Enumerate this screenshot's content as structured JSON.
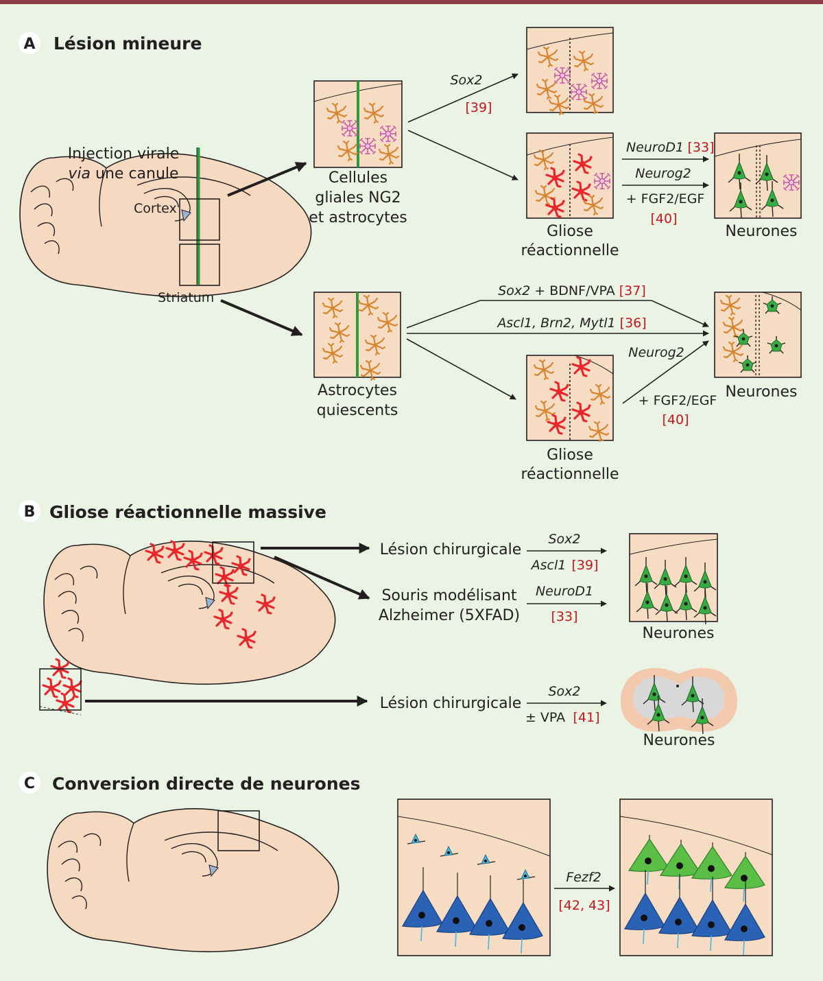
{
  "colors": {
    "background": "#eaf3e4",
    "tissue": "#f7dcc4",
    "brain": "#f5d9c0",
    "topbar": "#8d3b47",
    "astrocyte": "#d7852f",
    "ng2": "#c955a8",
    "reactive": "#e8262b",
    "neuron_green": "#3aaa45",
    "neuron_blue": "#2a63b6",
    "progenitor": "#4cb4d8",
    "reference": "#c4161c",
    "needle": "#2f9a3c"
  },
  "sections": {
    "A": {
      "letter": "A",
      "title": "Lésion mineure"
    },
    "B": {
      "letter": "B",
      "title": "Gliose réactionnelle massive"
    },
    "C": {
      "letter": "C",
      "title": "Conversion directe de neurones"
    }
  },
  "A": {
    "injection_line1": "Injection virale",
    "injection_via": "via",
    "injection_line2_rest": " une canule",
    "cortex": "Cortex",
    "striatum": "Striatum",
    "ng2_label": [
      "Cellules",
      "gliales NG2",
      "et astrocytes"
    ],
    "quiescent_label": [
      "Astrocytes",
      "quiescents"
    ],
    "gliose_label": [
      "Gliose",
      "réactionnelle"
    ],
    "neurones": "Neurones",
    "sox2": "Sox2",
    "ref39": "[39]",
    "neurod1": "NeuroD1",
    "ref33": "[33]",
    "neurog2": "Neurog2",
    "fgf": "+ FGF2/EGF",
    "ref40": "[40]",
    "sox2_bdnf_gene": "Sox2",
    "sox2_bdnf_rest": " + BDNF/VPA ",
    "ref37": "[37]",
    "ascl_genes": "Ascl1, Brn2, Mytl1",
    "ref36": "[36]"
  },
  "B": {
    "lesion": "Lésion chirurgicale",
    "souris": [
      "Souris modélisant",
      "Alzheimer (5XFAD)"
    ],
    "sox2": "Sox2",
    "ascl1": "Ascl1",
    "ref39": "[39]",
    "neurod1": "NeuroD1",
    "ref33": "[33]",
    "neurones": "Neurones",
    "vpa": "± VPA",
    "ref41": "[41]"
  },
  "C": {
    "fezf2": "Fezf2",
    "ref42": "[42, 43]"
  }
}
